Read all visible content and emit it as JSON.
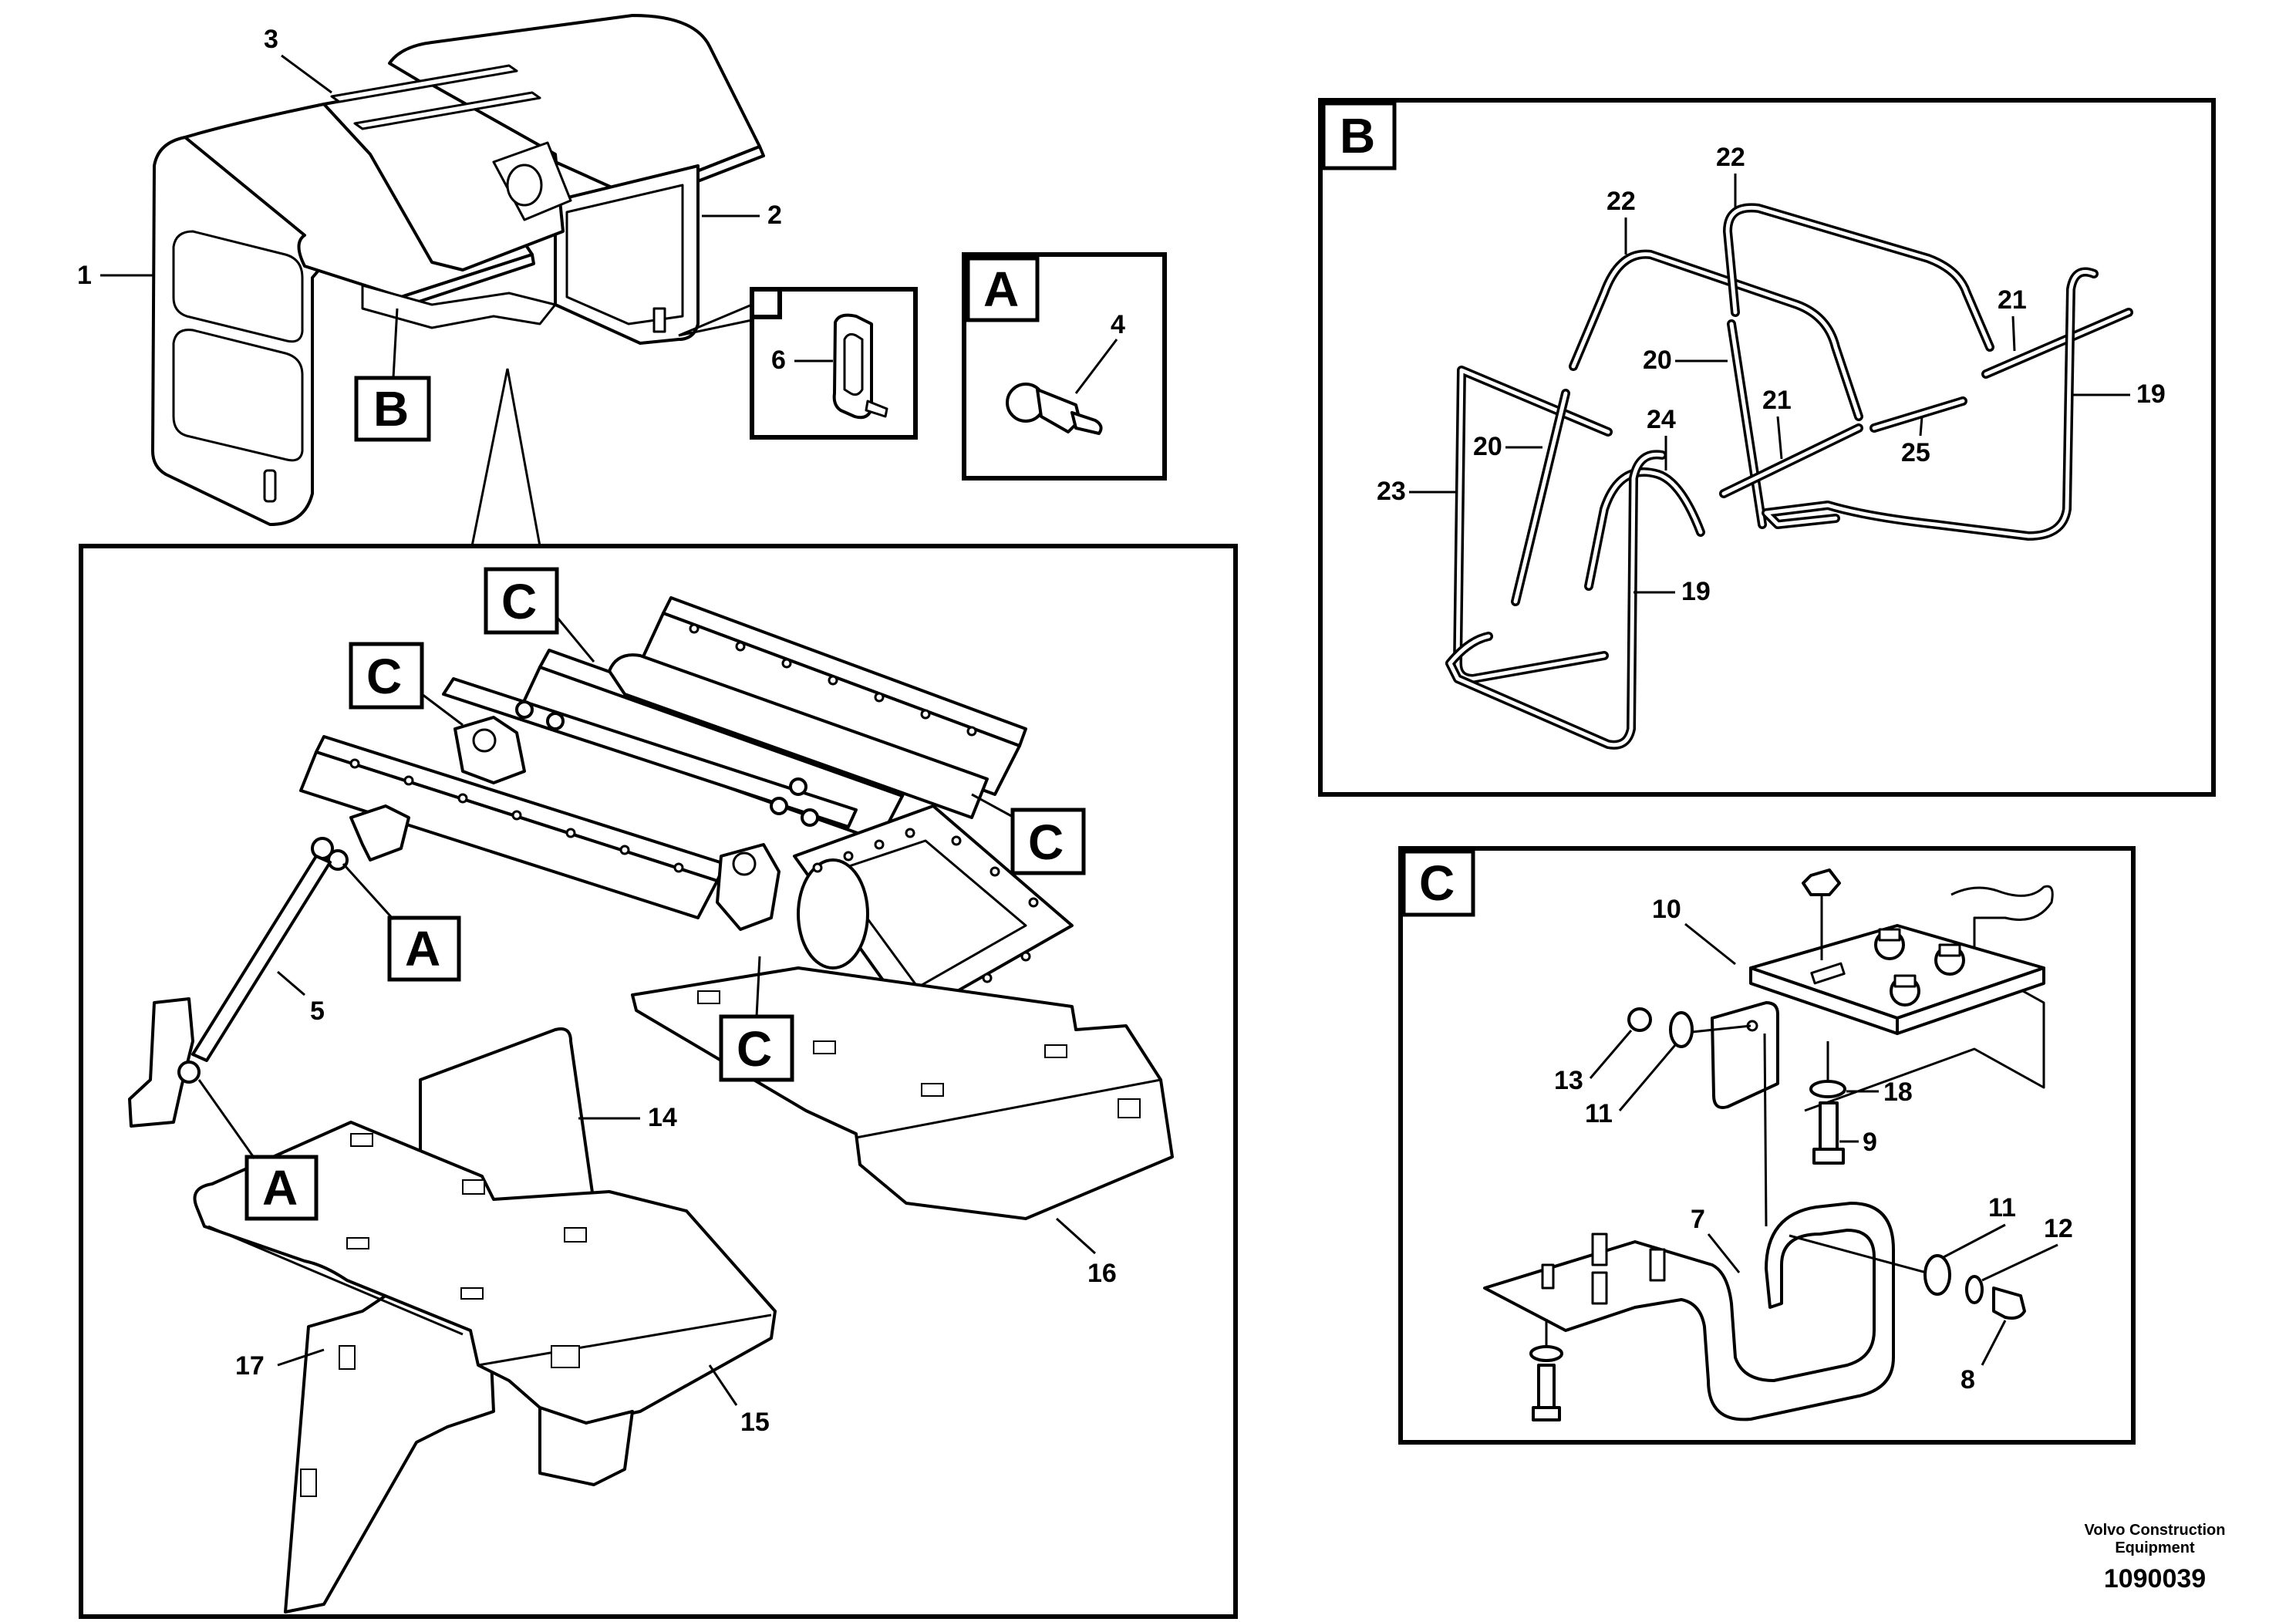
{
  "figure": {
    "footer": {
      "company_line1": "Volvo Construction",
      "company_line2": "Equipment",
      "figure_number": "1090039"
    },
    "section_tags": {
      "overview_B": "B",
      "detail_A": "A",
      "detail_B": "B",
      "detail_C": "C",
      "main_C1": "C",
      "main_C2": "C",
      "main_C3": "C",
      "main_C4": "C",
      "main_A1": "A",
      "main_A2": "A"
    },
    "callouts": {
      "c1": "1",
      "c2": "2",
      "c3": "3",
      "c4": "4",
      "c5": "5",
      "c6": "6",
      "c7": "7",
      "c8": "8",
      "c9": "9",
      "c10": "10",
      "c11a": "11",
      "c11b": "11",
      "c12": "12",
      "c13": "13",
      "c14": "14",
      "c15": "15",
      "c16": "16",
      "c17": "17",
      "c18": "18",
      "c19a": "19",
      "c19b": "19",
      "c20a": "20",
      "c20b": "20",
      "c21a": "21",
      "c21b": "21",
      "c22a": "22",
      "c22b": "22",
      "c23": "23",
      "c24": "24",
      "c25": "25"
    }
  }
}
